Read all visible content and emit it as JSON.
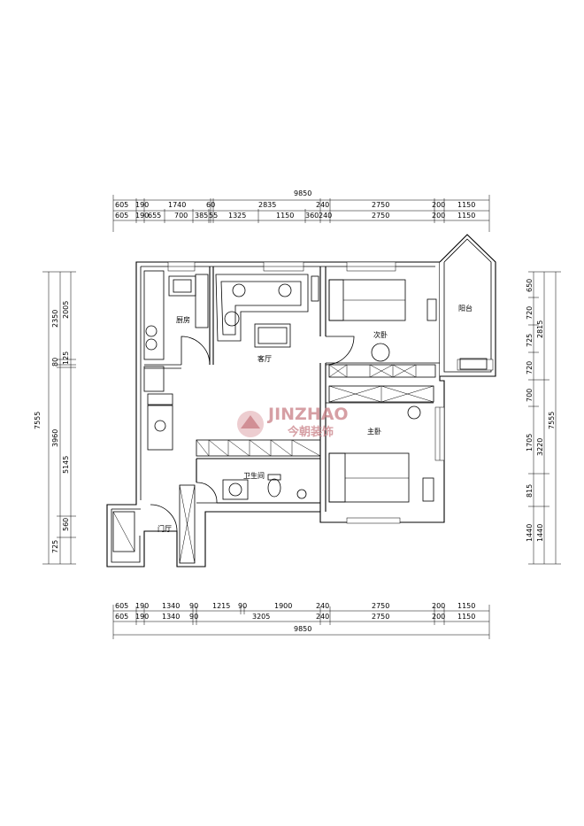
{
  "dimensions": {
    "top_total": "9850",
    "top_row1": [
      "605",
      "190",
      "1740",
      "60",
      "2835",
      "240",
      "2750",
      "200",
      "1150"
    ],
    "top_row2": [
      "605",
      "190",
      "655",
      "700",
      "385",
      "55",
      "1325",
      "1150",
      "360",
      "240",
      "2750",
      "200",
      "1150"
    ],
    "bottom_row1": [
      "605",
      "190",
      "1340",
      "90",
      "1215",
      "90",
      "1900",
      "240",
      "2750",
      "200",
      "1150"
    ],
    "bottom_row2": [
      "605",
      "190",
      "1340",
      "90",
      "3205",
      "240",
      "2750",
      "200",
      "1150"
    ],
    "bottom_total": "9850",
    "left_outer": "7555",
    "left_col1": [
      "2350",
      "80",
      "3960",
      "725"
    ],
    "left_col2": [
      "2005",
      "125",
      "5145",
      "560"
    ],
    "right_col1": [
      "650",
      "720",
      "725",
      "720",
      "700",
      "1705",
      "815",
      "1440"
    ],
    "right_col2": [
      "2815",
      "3220",
      "1440"
    ],
    "right_outer": "7555"
  },
  "rooms": {
    "kitchen": "厨房",
    "living": "客厅",
    "second_bedroom": "次卧",
    "balcony": "阳台",
    "master_bedroom": "主卧",
    "bathroom": "卫生间",
    "entrance": "门厅"
  },
  "watermark": {
    "brand_en": "JINZHAO",
    "brand_cn": "今朝装饰"
  }
}
